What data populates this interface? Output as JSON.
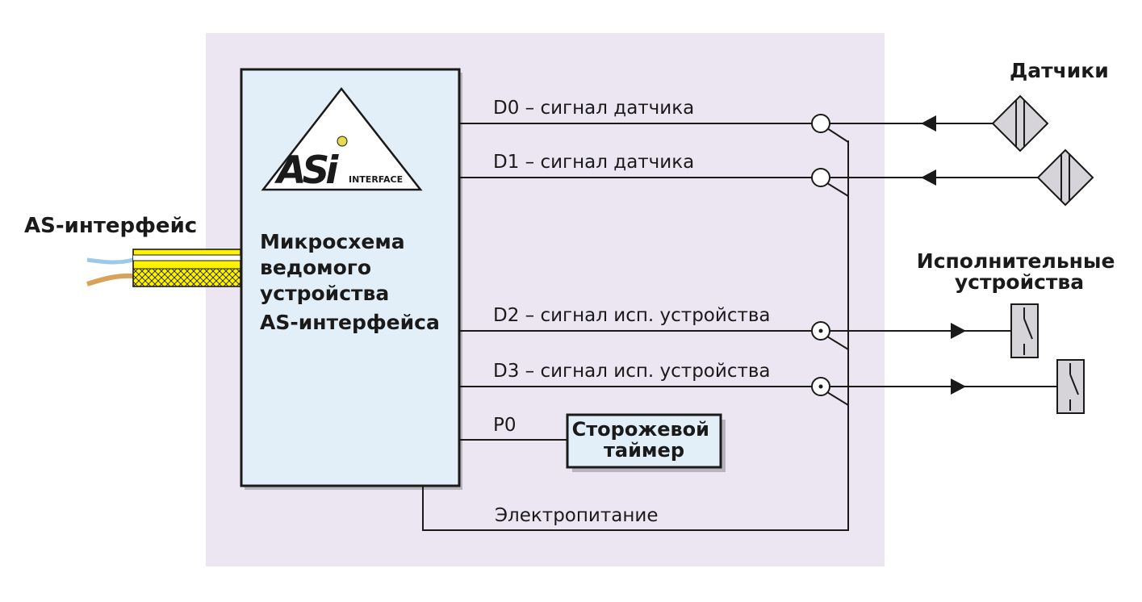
{
  "cable_label": "AS-интерфейс",
  "chip": {
    "lines": [
      "Микросхема",
      "ведомого",
      "устройства",
      "AS-интерфейса"
    ],
    "logo_text": "ASi",
    "logo_subtext": "INTERFACE"
  },
  "signals": {
    "d0": "D0 – сигнал датчика",
    "d1": "D1 – сигнал датчика",
    "d2": "D2 – сигнал исп. устройства",
    "d3": "D3 – сигнал исп. устройства",
    "p0": "P0"
  },
  "watchdog": [
    "Сторожевой",
    "таймер"
  ],
  "power_label": "Электропитание",
  "sensors_title": "Датчики",
  "actuators_title": [
    "Исполнительные",
    "устройства"
  ],
  "colors": {
    "panel": "#ece6f2",
    "chip": "#e2eff9",
    "line": "#1a1a1a",
    "cable_yellow": "#fff200",
    "wire_blue": "#9cc9e8",
    "wire_orange": "#d9a25b",
    "logo_dot": "#e4dc4a"
  }
}
